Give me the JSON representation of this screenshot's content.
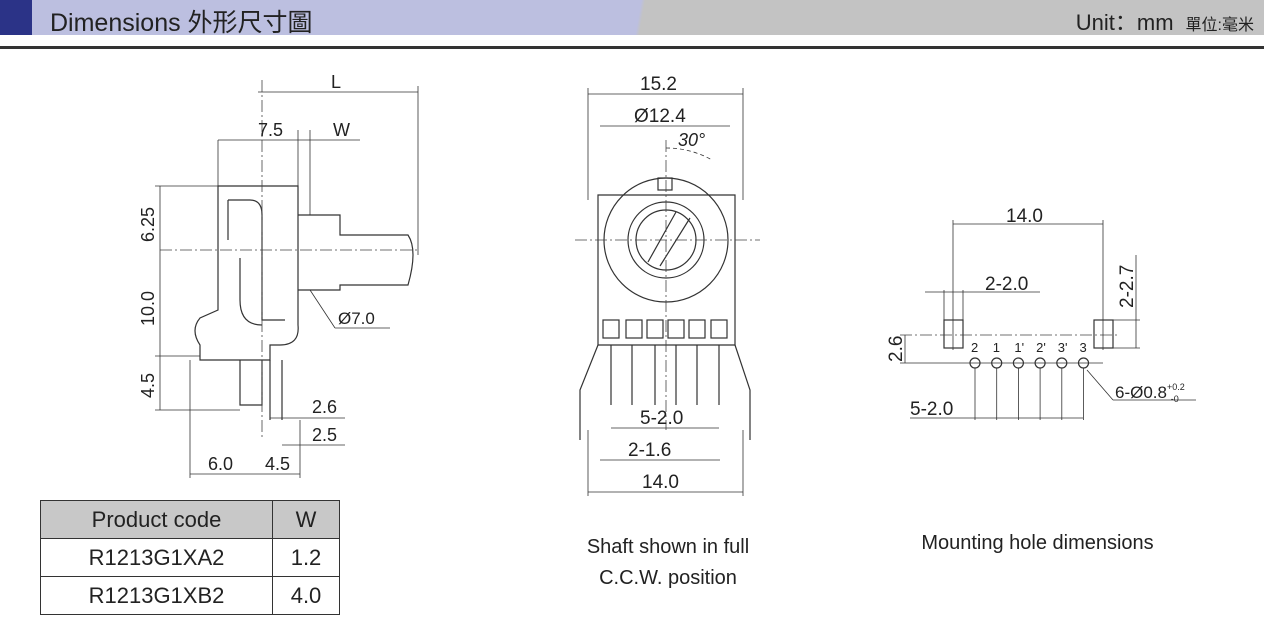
{
  "header": {
    "title": "Dimensions  外形尺寸圖",
    "unit": "Unit：mm",
    "unit_cn": "單位:毫米"
  },
  "side_view": {
    "L": "L",
    "d75": "7.5",
    "W": "W",
    "d625": "6.25",
    "d100": "10.0",
    "d45": "4.5",
    "shaft_dia": "Ø7.0",
    "d26": "2.6",
    "d25": "2.5",
    "d60": "6.0",
    "d45b": "4.5"
  },
  "front_view": {
    "d152": "15.2",
    "d124": "Ø12.4",
    "angle": "30°",
    "pitch": "5-2.0",
    "pin_w": "2-1.6",
    "d140": "14.0",
    "caption1": "Shaft shown in full",
    "caption2": "C.C.W. position"
  },
  "mount": {
    "d140": "14.0",
    "d220": "2-2.0",
    "d227": "2-2.7",
    "d26": "2.6",
    "pins": [
      "2",
      "1",
      "1'",
      "2'",
      "3'",
      "3"
    ],
    "pitch": "5-2.0",
    "hole": "6-Ø0.8",
    "tol_plus": "+0.2",
    "tol_minus": "-0",
    "caption": "Mounting hole dimensions"
  },
  "table": {
    "headers": [
      "Product code",
      "W"
    ],
    "rows": [
      [
        "R1213G1XA2",
        "1.2"
      ],
      [
        "R1213G1XB2",
        "4.0"
      ]
    ]
  }
}
